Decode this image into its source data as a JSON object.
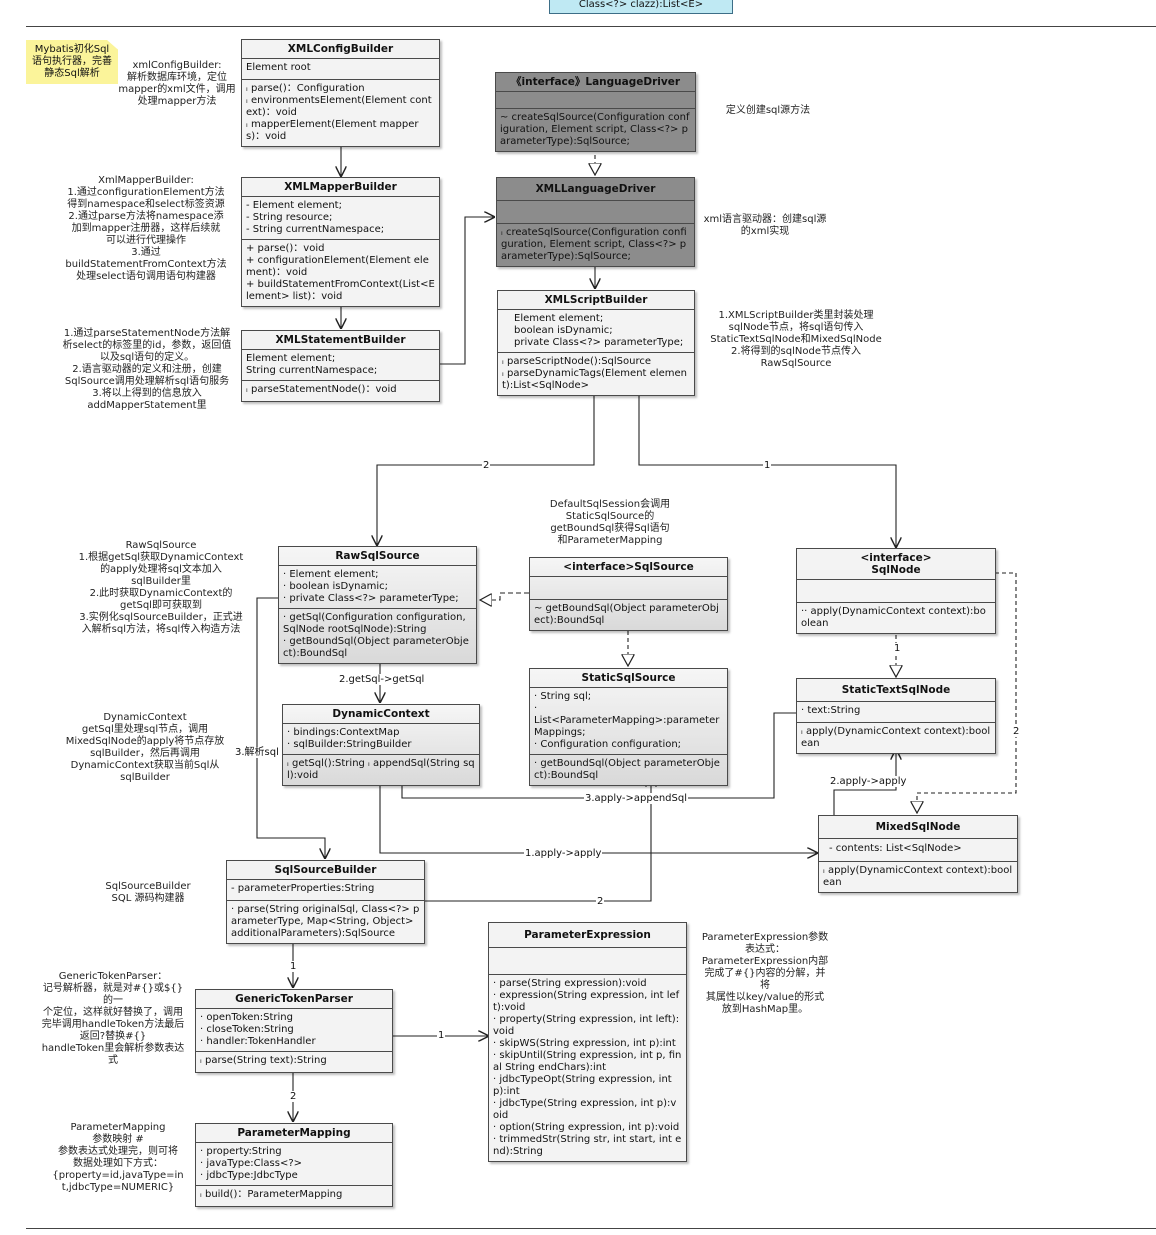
{
  "top_fragment": "Class<?> clazz):List<E>",
  "sticky_note": "Mybatis初化Sql\n语句执行器，完善\n静态Sql解析",
  "classes": {
    "xmlconfig": {
      "name": "XMLConfigBuilder",
      "fields": [
        "Element root"
      ],
      "methods": [
        "ᵢ parse()：Configuration",
        "ᵢ environmentsElement(Element context)：void",
        "ᵢ mapperElement(Element mappers)：void"
      ]
    },
    "languagedriver": {
      "name": "《interface》LanguageDriver",
      "fields": [],
      "methods": [
        "~ createSqlSource(Configuration configuration, Element script, Class<?> parameterType):SqlSource;"
      ]
    },
    "xmlmapper": {
      "name": "XMLMapperBuilder",
      "fields": [
        "- Element element;",
        "- String resource;",
        "- String currentNamespace;"
      ],
      "methods": [
        "+ parse()：void",
        "+ configurationElement(Element element)：void",
        "+ buildStatementFromContext(List<Element> list)：void"
      ]
    },
    "xmllangdriver": {
      "name": "XMLLanguageDriver",
      "fields": [],
      "methods": [
        "ᵢ createSqlSource(Configuration configuration, Element script, Class<?> parameterType):SqlSource;"
      ]
    },
    "xmlstatement": {
      "name": "XMLStatementBuilder",
      "fields": [
        "Element element;",
        "String currentNamespace;"
      ],
      "methods": [
        "ᵢ parseStatementNode()：void"
      ]
    },
    "xmlscript": {
      "name": "XMLScriptBuilder",
      "fields": [
        "Element element;",
        "boolean isDynamic;",
        "private Class<?> parameterType;"
      ],
      "methods": [
        "ᵢ parseScriptNode():SqlSource",
        "ᵢ parseDynamicTags(Element element):List<SqlNode>"
      ]
    },
    "rawsql": {
      "name": "RawSqlSource",
      "fields": [
        "· Element element;",
        "· boolean isDynamic;",
        "· private Class<?> parameterType;"
      ],
      "methods": [
        "· getSql(Configuration configuration, SqlNode rootSqlNode):String",
        "· getBoundSql(Object parameterObject):BoundSql"
      ]
    },
    "sqlsource": {
      "name": "<interface>SqlSource",
      "fields": [],
      "methods": [
        "~ getBoundSql(Object parameterObject):BoundSql"
      ]
    },
    "sqlnode": {
      "name": "<interface>\nSqlNode",
      "fields": [],
      "methods": [
        "·· apply(DynamicContext context):boolean"
      ]
    },
    "dyncontext": {
      "name": "DynamicContext",
      "fields": [
        "· bindings:ContextMap",
        "· sqlBuilder:StringBuilder"
      ],
      "methods": [
        "ᵢ getSql():String ᵢ appendSql(String sql):void"
      ]
    },
    "staticsql": {
      "name": "StaticSqlSource",
      "fields": [
        "· String sql;",
        "·",
        "List<ParameterMapping>:parameterMappings;",
        "· Configuration configuration;"
      ],
      "methods": [
        "· getBoundSql(Object parameterObject):BoundSql"
      ]
    },
    "statictext": {
      "name": "StaticTextSqlNode",
      "fields": [
        "· text:String"
      ],
      "methods": [
        "ᵢ apply(DynamicContext context):boolean"
      ]
    },
    "mixed": {
      "name": "MixedSqlNode",
      "fields": [
        "- contents: List<SqlNode>"
      ],
      "methods": [
        "ᵢ apply(DynamicContext context):boolean"
      ]
    },
    "sqlsourcebuilder": {
      "name": "SqlSourceBuilder",
      "fields": [
        "- parameterProperties:String"
      ],
      "methods": [
        "· parse(String originalSql, Class<?> parameterType, Map<String, Object> additionalParameters):SqlSource"
      ]
    },
    "paramexpr": {
      "name": "ParameterExpression",
      "fields": [],
      "methods": [
        "· parse(String expression):void",
        "· expression(String expression, int left):void",
        "· property(String expression, int left):void",
        "· skipWS(String expression, int p):int",
        "· skipUntil(String expression, int p, final String endChars):int",
        "· jdbcTypeOpt(String expression, int p):int",
        "· jdbcType(String expression, int p):void",
        "· option(String expression, int p):void",
        "· trimmedStr(String str, int start, int end):String"
      ]
    },
    "generictoken": {
      "name": "GenericTokenParser",
      "fields": [
        "· openToken:String",
        "· closeToken:String",
        "· handler:TokenHandler"
      ],
      "methods": [
        "ᵢ parse(String text):String"
      ]
    },
    "parammapping": {
      "name": "ParameterMapping",
      "fields": [
        "· property:String",
        "· javaType:Class<?>",
        "· jdbcType:JdbcType"
      ],
      "methods": [
        "ᵢ build()：ParameterMapping"
      ]
    }
  },
  "notes": {
    "xmlconfig": "xmlConfigBuilder:\n解析数据库环境，定位\nmapper的xml文件，调用\n处理mapper方法",
    "xmlmapper": "XmlMapperBuilder:\n1.通过configurationElement方法\n得到namespace和select标签资源\n2.通过parse方法将namespace添\n加到mapper注册器，这样后续就\n可以进行代理操作\n3.通过\nbuildStatementFromContext方法\n处理select语句调用语句构建器",
    "xmlstatement": "1.通过parseStatementNode方法解\n析select的标签里的id，参数，返回值\n以及sql语句的定义。\n2.语言驱动器的定义和注册，创建\nSqlSource调用处理解析sql语句服务\n3.将以上得到的信息放入\naddMapperStatement里",
    "languagedriver": "定义创建sql源方法",
    "xmllangdriver": "xml语言驱动器：创建sql源\n的xml实现",
    "xmlscript": "1.XMLScriptBuilder类里封装处理\nsqlNode节点，将sql语句传入\nStaticTextSqlNode和MixedSqlNode\n2.将得到的sqlNode节点传入\nRawSqlSource",
    "defaultsession": "DefaultSqlSession会调用\nStaticSqlSource的\ngetBoundSql获得Sql语句\n和ParameterMapping",
    "rawsql": "RawSqlSource\n1.根据getSql获取DynamicContext\n的apply处理将sql文本加入\nsqlBuilder里\n2.此时获取DynamicContext的\ngetSql即可获取到\n3.实例化sqlSourceBuilder，正式进\n入解析sql方法，将sql传入构造方法",
    "dyncontext": "DynamicContext\ngetSql里处理sql节点，调用\nMixedSqlNode的apply将节点存放\nsqlBuilder，然后再调用\nDynamicContext获取当前Sql从\nsqlBuilder",
    "sqlsourcebuilder": "SqlSourceBuilder\nSQL 源码构建器",
    "paramexpr": "ParameterExpression参数\n表达式：\nParameterExpression内部\n完成了#{}内容的分解，并将\n其属性以key/value的形式\n放到HashMap里。",
    "generictoken": "GenericTokenParser：\n记号解析器，就是对#{}或${}的一\n个定位，这样就好替换了，调用\n完毕调用handleToken方法最后\n返回?替换#{}\nhandleToken里会解析参数表达\n式",
    "parammapping": "ParameterMapping\n参数映射 #\n参数表达式处理完，则可将\n数据处理如下方式：\n{property=id,javaType=in\nt,jdbcType=NUMERIC}"
  },
  "edge_labels": {
    "rel_2": "2",
    "rel_1": "1",
    "getsql": "2.getSql->getSql",
    "resolve_sql": "3.解析sql",
    "apply_append": "3.apply->appendSql",
    "apply_apply_a": "1.apply->apply",
    "apply_apply_b": "2.apply->apply",
    "rel_2b": "2",
    "rel_2c": "2",
    "rel_1b": "1",
    "rel_1c": "1",
    "rel_1d": "1",
    "rel_2d": "2"
  }
}
